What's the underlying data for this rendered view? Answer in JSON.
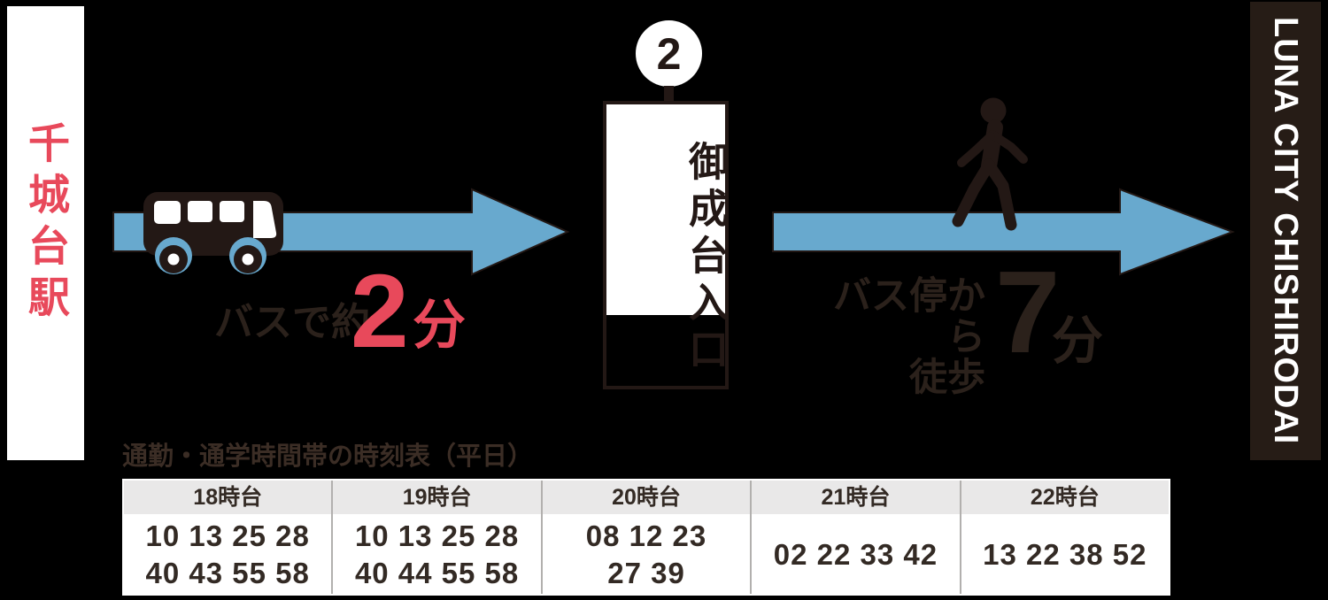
{
  "route": {
    "origin": "千城台駅",
    "leg1": {
      "prefix": "バスで約",
      "value": "2",
      "unit": "分"
    },
    "stop": {
      "badge": "2",
      "name": "御成台入口"
    },
    "leg2": {
      "line1": "バス停から",
      "line2": "徒歩",
      "value": "7",
      "unit": "分"
    },
    "destination": "LUNA CITY CHISHIRODAI"
  },
  "timetable": {
    "title": "通勤・通学時間帯の時刻表（平日）",
    "columns": [
      {
        "header": "18時台",
        "line1": "10 13 25 28",
        "line2": "40 43 55 58"
      },
      {
        "header": "19時台",
        "line1": "10 13 25 28",
        "line2": "40 44 55 58"
      },
      {
        "header": "20時台",
        "line1": "08 12 23",
        "line2": "27 39"
      },
      {
        "header": "21時台",
        "line1": "02 22 33 42",
        "line2": ""
      },
      {
        "header": "22時台",
        "line1": "13 22 38 52",
        "line2": ""
      }
    ]
  },
  "colors": {
    "background": "#000000",
    "arrow_blue": "#68a9ce",
    "accent_red": "#e8495b",
    "ink_dark": "#231815",
    "banner_dark": "#261c16",
    "table_header_bg": "#e9e8e8"
  }
}
